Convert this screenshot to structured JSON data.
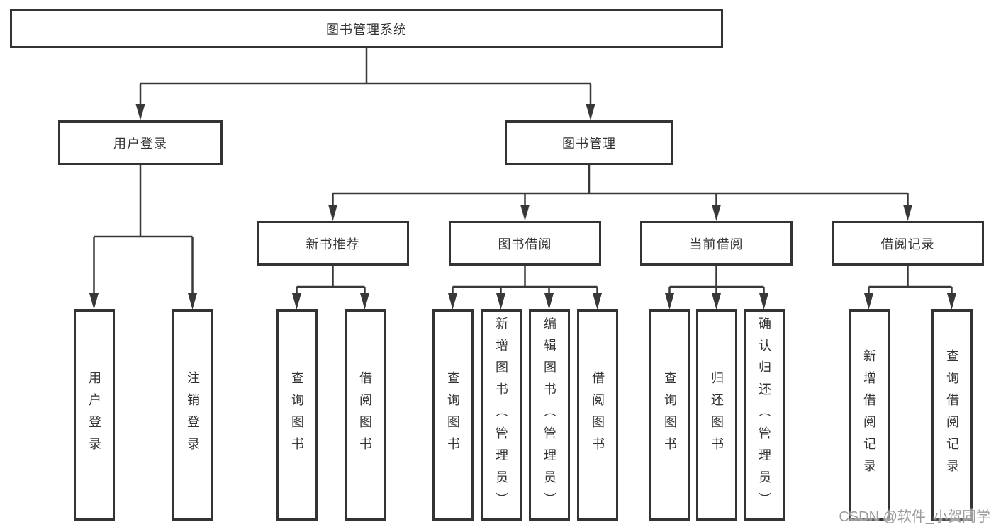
{
  "colors": {
    "line": "#383838",
    "box_border": "#333333",
    "text": "#333333",
    "watermark": "#9b9b9b",
    "background": "#ffffff"
  },
  "watermark": {
    "text": "CSDN @软件_小贺同学"
  },
  "diagram": {
    "root": {
      "label": "图书管理系统"
    },
    "branches": [
      {
        "label": "用户登录",
        "children": [
          {
            "label": "用户登录"
          },
          {
            "label": "注销登录"
          }
        ]
      },
      {
        "label": "图书管理",
        "children": [
          {
            "label": "新书推荐",
            "children": [
              {
                "label": "查询图书"
              },
              {
                "label": "借阅图书"
              }
            ]
          },
          {
            "label": "图书借阅",
            "children": [
              {
                "label": "查询图书"
              },
              {
                "label": "新增图书（管理员）"
              },
              {
                "label": "编辑图书（管理员）"
              },
              {
                "label": "借阅图书"
              }
            ]
          },
          {
            "label": "当前借阅",
            "children": [
              {
                "label": "查询图书"
              },
              {
                "label": "归还图书"
              },
              {
                "label": "确认归还（管理员）"
              }
            ]
          },
          {
            "label": "借阅记录",
            "children": [
              {
                "label": "新增借阅记录"
              },
              {
                "label": "查询借阅记录"
              }
            ]
          }
        ]
      }
    ]
  }
}
